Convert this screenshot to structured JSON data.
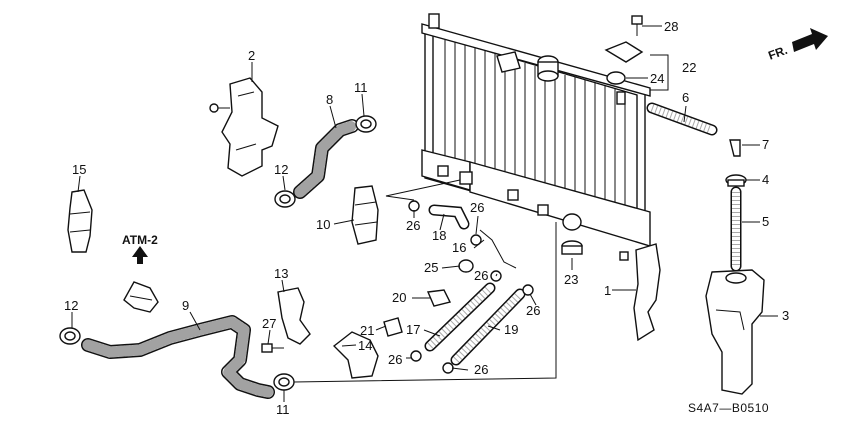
{
  "diagram": {
    "callouts": [
      {
        "id": "p2",
        "text": "2"
      },
      {
        "id": "p8",
        "text": "8"
      },
      {
        "id": "p11a",
        "text": "11"
      },
      {
        "id": "p12a",
        "text": "12"
      },
      {
        "id": "p10",
        "text": "10"
      },
      {
        "id": "p15",
        "text": "15"
      },
      {
        "id": "p12b",
        "text": "12"
      },
      {
        "id": "p9",
        "text": "9"
      },
      {
        "id": "p13",
        "text": "13"
      },
      {
        "id": "p27",
        "text": "27"
      },
      {
        "id": "p14",
        "text": "14"
      },
      {
        "id": "p21",
        "text": "21"
      },
      {
        "id": "p20",
        "text": "20"
      },
      {
        "id": "p11b",
        "text": "11"
      },
      {
        "id": "p26a",
        "text": "26"
      },
      {
        "id": "p18",
        "text": "18"
      },
      {
        "id": "p26b",
        "text": "26"
      },
      {
        "id": "p16",
        "text": "16"
      },
      {
        "id": "p25",
        "text": "25"
      },
      {
        "id": "p26c",
        "text": "26"
      },
      {
        "id": "p17",
        "text": "17"
      },
      {
        "id": "p19",
        "text": "19"
      },
      {
        "id": "p26d",
        "text": "26"
      },
      {
        "id": "p26e",
        "text": "26"
      },
      {
        "id": "p26f",
        "text": "26"
      },
      {
        "id": "p23",
        "text": "23"
      },
      {
        "id": "p1",
        "text": "1"
      },
      {
        "id": "p3",
        "text": "3"
      },
      {
        "id": "p28",
        "text": "28"
      },
      {
        "id": "p22",
        "text": "22"
      },
      {
        "id": "p24",
        "text": "24"
      },
      {
        "id": "p6",
        "text": "6"
      },
      {
        "id": "p7",
        "text": "7"
      },
      {
        "id": "p4",
        "text": "4"
      },
      {
        "id": "p5",
        "text": "5"
      }
    ],
    "atm_label": "ATM-2",
    "fr_label": "FR.",
    "diagram_code": "S4A7—B0510"
  }
}
